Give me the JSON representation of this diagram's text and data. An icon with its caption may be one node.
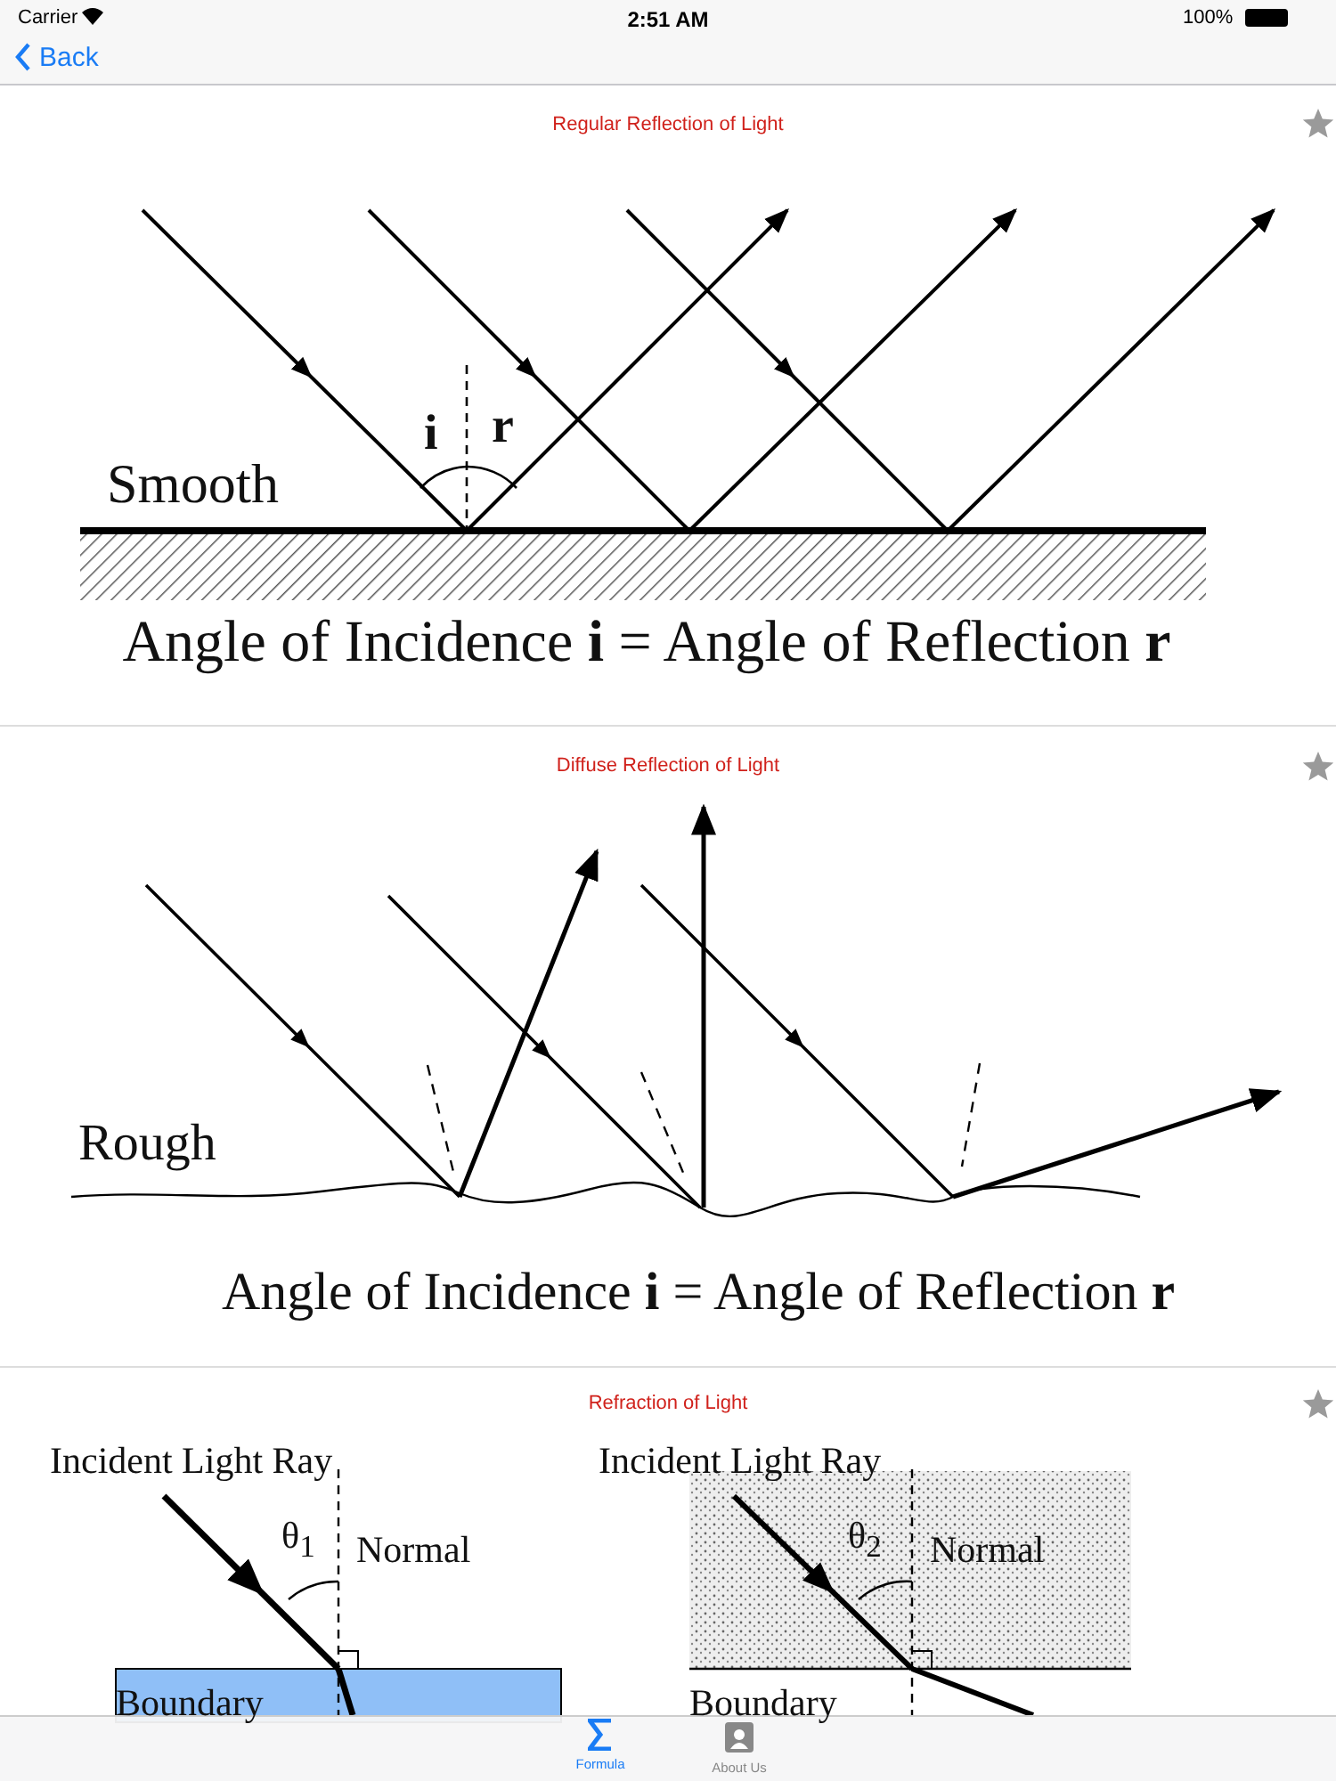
{
  "diagram": {
    "labels": [
      "Carrier",
      "2:51 AM",
      "100%",
      "Back",
      "Regular Reflection of Light",
      "Smooth",
      "i",
      "r",
      "Angle of Incidence **i** = Angle of Reflection **r**",
      "Diffuse Reflection of Light",
      "Rough",
      "Angle of Incidence **i** = Angle of Reflection **r**",
      "Refraction of Light",
      "Incident Light Ray",
      "θ$_{1}$",
      "Normal",
      "Boundary",
      "Incident Light Ray",
      "θ$_{2}$",
      "Normal",
      "Boundary",
      "Formula",
      "About Us"
    ]
  }
}
